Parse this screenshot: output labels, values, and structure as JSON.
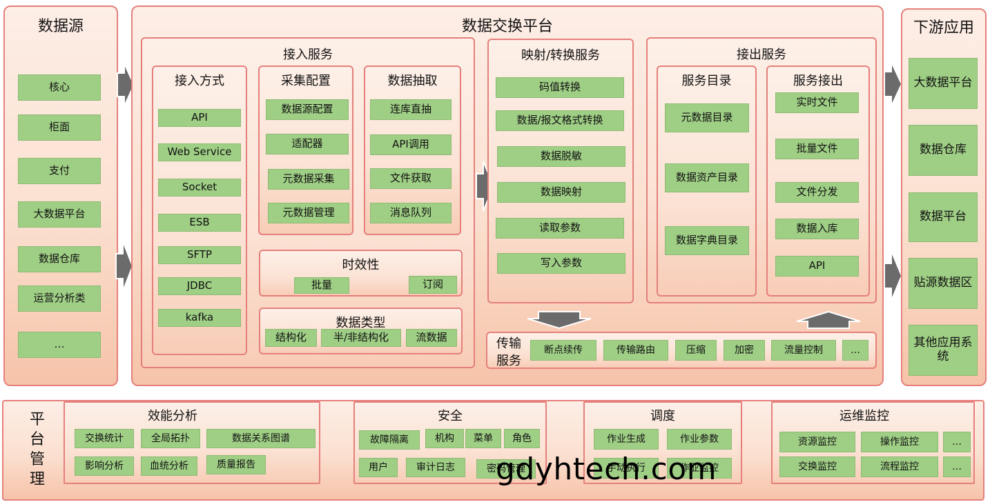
{
  "source": {
    "title": "数据源",
    "items": [
      "核心",
      "柜面",
      "支付",
      "大数据平台",
      "数据仓库",
      "运营分析类",
      "…"
    ]
  },
  "platform": {
    "title": "数据交换平台",
    "ingest": {
      "title": "接入服务",
      "methods": {
        "title": "接入方式",
        "items": [
          "API",
          "Web Service",
          "Socket",
          "ESB",
          "SFTP",
          "JDBC",
          "kafka"
        ]
      },
      "config": {
        "title": "采集配置",
        "items": [
          "数据源配置",
          "适配器",
          "元数据采集",
          "元数据管理"
        ]
      },
      "extract": {
        "title": "数据抽取",
        "items": [
          "连库直抽",
          "API调用",
          "文件获取",
          "消息队列"
        ]
      },
      "timeliness": {
        "title": "时效性",
        "items": [
          "批量",
          "订阅"
        ]
      },
      "datatype": {
        "title": "数据类型",
        "items": [
          "结构化",
          "半/非结构化",
          "流数据"
        ]
      }
    },
    "mapping": {
      "title": "映射/转换服务",
      "items": [
        "码值转换",
        "数据/报文格式转换",
        "数据脱敏",
        "数据映射",
        "读取参数",
        "写入参数"
      ]
    },
    "output": {
      "title": "接出服务",
      "catalog": {
        "title": "服务目录",
        "items": [
          "元数据目录",
          "数据资产目录",
          "数据字典目录"
        ]
      },
      "export": {
        "title": "服务接出",
        "items": [
          "实时文件",
          "批量文件",
          "文件分发",
          "数据入库",
          "API"
        ]
      }
    },
    "transport": {
      "title_line1": "传输",
      "title_line2": "服务",
      "items": [
        "断点续传",
        "传输路由",
        "压缩",
        "加密",
        "流量控制",
        "…"
      ]
    }
  },
  "downstream": {
    "title": "下游应用",
    "items": [
      "大数据平台",
      "数据仓库",
      "数据平台",
      "贴源数据区",
      "其他应用系统"
    ]
  },
  "management": {
    "title_chars": [
      "平",
      "台",
      "管",
      "理"
    ],
    "perf": {
      "title": "效能分析",
      "items": [
        "交换统计",
        "全局拓扑",
        "数据关系图谱",
        "影响分析",
        "血统分析",
        "质量报告"
      ]
    },
    "security": {
      "title": "安全",
      "items": [
        "故障隔离",
        "机构",
        "菜单",
        "角色",
        "用户",
        "审计日志",
        "密码管理"
      ]
    },
    "schedule": {
      "title": "调度",
      "items": [
        "作业生成",
        "作业参数",
        "手动执行",
        "作业监控"
      ]
    },
    "ops": {
      "title": "运维监控",
      "items": [
        "资源监控",
        "操作监控",
        "…",
        "交换监控",
        "流程监控",
        "…"
      ]
    }
  },
  "watermark": "gdyhtech.com",
  "colors": {
    "green_box": "#9fce85",
    "border": "#e57f7b",
    "arrow": "#6b6b6b"
  }
}
